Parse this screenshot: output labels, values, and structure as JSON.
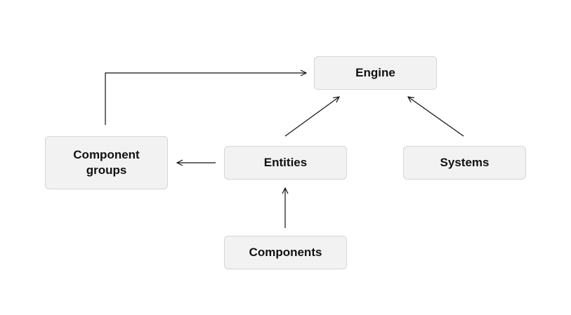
{
  "diagram": {
    "nodes": {
      "engine": {
        "label": "Engine"
      },
      "component_groups": {
        "label": "Component groups"
      },
      "entities": {
        "label": "Entities"
      },
      "systems": {
        "label": "Systems"
      },
      "components": {
        "label": "Components"
      }
    },
    "edges": [
      {
        "from": "component_groups",
        "to": "engine"
      },
      {
        "from": "entities",
        "to": "engine"
      },
      {
        "from": "systems",
        "to": "engine"
      },
      {
        "from": "entities",
        "to": "component_groups"
      },
      {
        "from": "components",
        "to": "entities"
      }
    ],
    "colors": {
      "node_fill": "#f2f2f2",
      "node_border": "#d6d6d6",
      "edge": "#111111",
      "text": "#111111"
    }
  }
}
